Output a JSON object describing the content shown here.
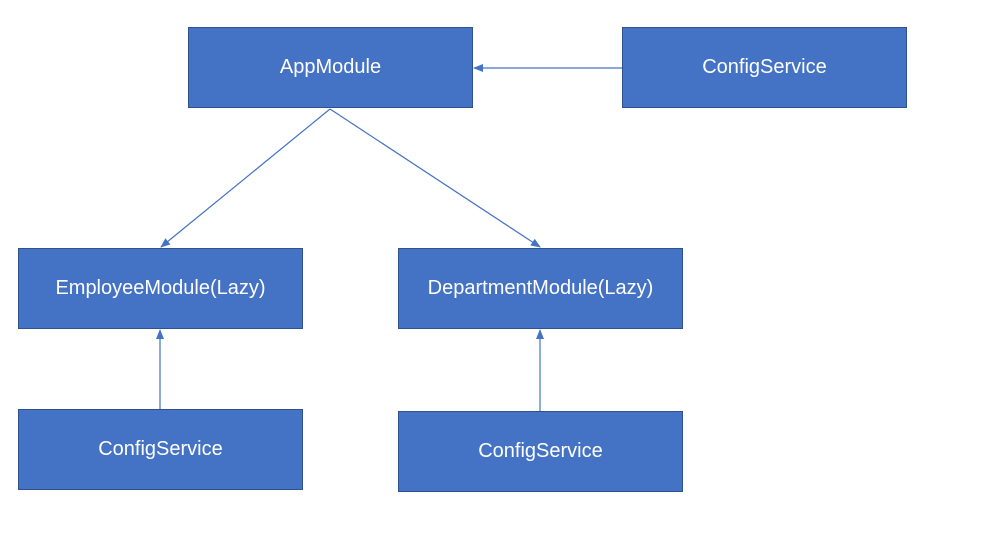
{
  "diagram": {
    "nodes": {
      "app_module": {
        "label": "AppModule"
      },
      "config_service_top": {
        "label": "ConfigService"
      },
      "employee_module": {
        "label": "EmployeeModule(Lazy)"
      },
      "department_module": {
        "label": "DepartmentModule(Lazy)"
      },
      "config_service_employee": {
        "label": "ConfigService"
      },
      "config_service_department": {
        "label": "ConfigService"
      }
    },
    "edges": [
      {
        "from": "config_service_top",
        "to": "app_module"
      },
      {
        "from": "app_module",
        "to": "employee_module"
      },
      {
        "from": "app_module",
        "to": "department_module"
      },
      {
        "from": "config_service_employee",
        "to": "employee_module"
      },
      {
        "from": "config_service_department",
        "to": "department_module"
      }
    ],
    "colors": {
      "node_fill": "#4472c4",
      "node_border": "#2f528f",
      "node_text": "#ffffff",
      "edge": "#4472c4"
    }
  }
}
